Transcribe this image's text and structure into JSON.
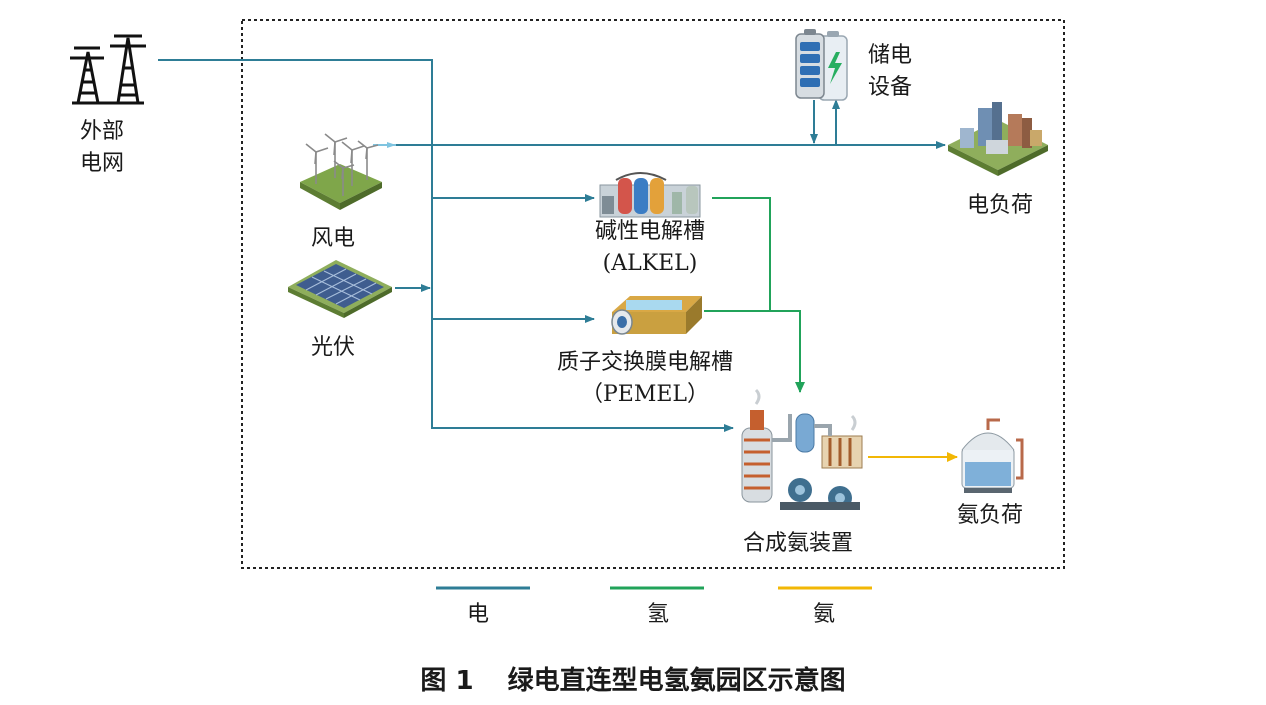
{
  "labels": {
    "grid_line1": "外部",
    "grid_line2": "电网",
    "wind": "风电",
    "solar": "光伏",
    "storage_line1": "储电",
    "storage_line2": "设备",
    "power_load": "电负荷",
    "alkel_line1": "碱性电解槽",
    "alkel_line2": "(ALKEL)",
    "pemel_line1": "质子交换膜电解槽",
    "pemel_line2": "（PEMEL）",
    "synthesis": "合成氨装置",
    "ammonia_load": "氨负荷"
  },
  "legend": [
    {
      "label": "电",
      "color": "#2e7d96"
    },
    {
      "label": "氢",
      "color": "#21a35a"
    },
    {
      "label": "氨",
      "color": "#f2b705"
    }
  ],
  "caption": {
    "number": "图 1",
    "title": "绿电直连型电氢氨园区示意图"
  },
  "icons": {
    "grid": "transmission-tower-icon",
    "wind": "wind-turbine-icon",
    "solar": "solar-panel-icon",
    "storage": "battery-icon",
    "power_load": "city-icon",
    "alkel": "alkaline-electrolyzer-icon",
    "pemel": "pem-electrolyzer-icon",
    "synthesis": "ammonia-plant-icon",
    "ammonia_load": "ammonia-tank-icon"
  }
}
